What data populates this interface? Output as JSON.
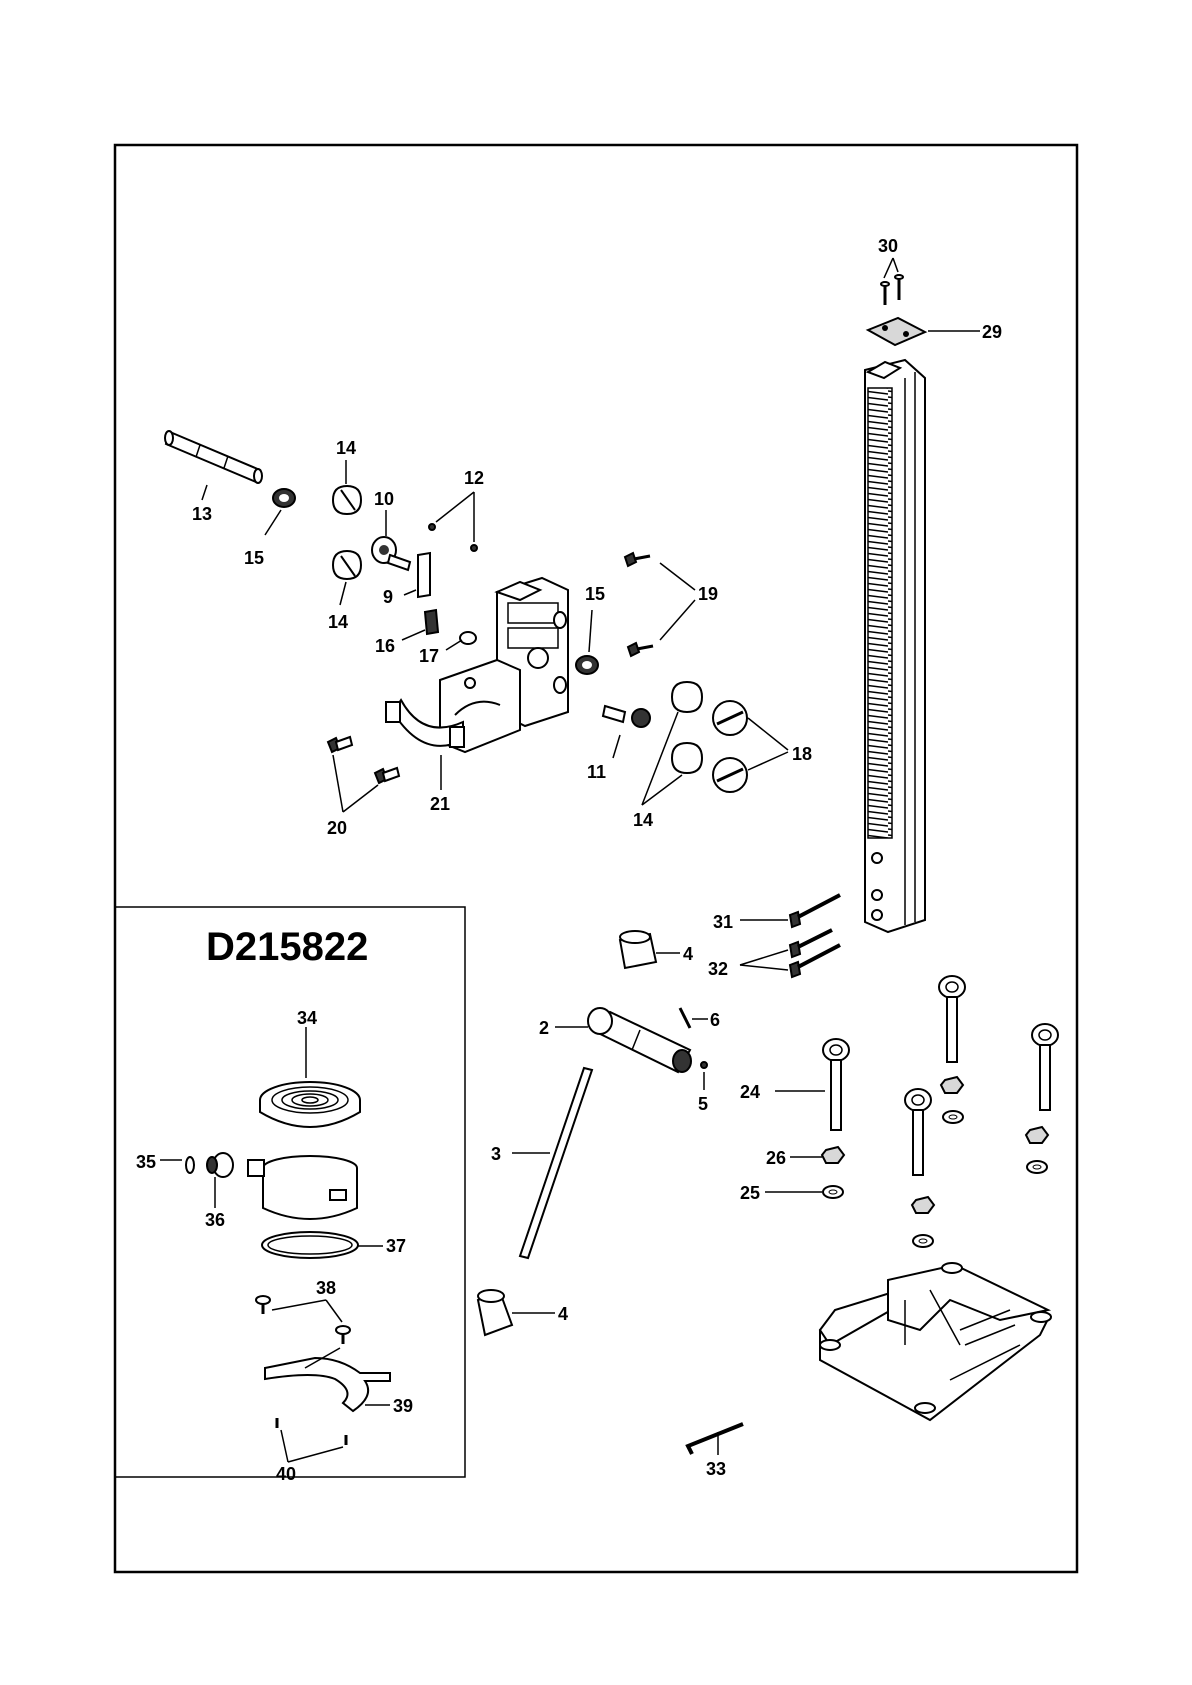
{
  "inset": {
    "title": "D215822"
  },
  "labels": {
    "l2": "2",
    "l3": "3",
    "l4a": "4",
    "l4b": "4",
    "l5": "5",
    "l6": "6",
    "l9": "9",
    "l10": "10",
    "l11": "11",
    "l12": "12",
    "l13": "13",
    "l14a": "14",
    "l14b": "14",
    "l14c": "14",
    "l15a": "15",
    "l15b": "15",
    "l16": "16",
    "l17": "17",
    "l18": "18",
    "l19": "19",
    "l20": "20",
    "l21": "21",
    "l24": "24",
    "l25": "25",
    "l26": "26",
    "l29": "29",
    "l30": "30",
    "l31": "31",
    "l32": "32",
    "l33": "33",
    "l34": "34",
    "l35": "35",
    "l36": "36",
    "l37": "37",
    "l38": "38",
    "l39": "39",
    "l40": "40"
  }
}
